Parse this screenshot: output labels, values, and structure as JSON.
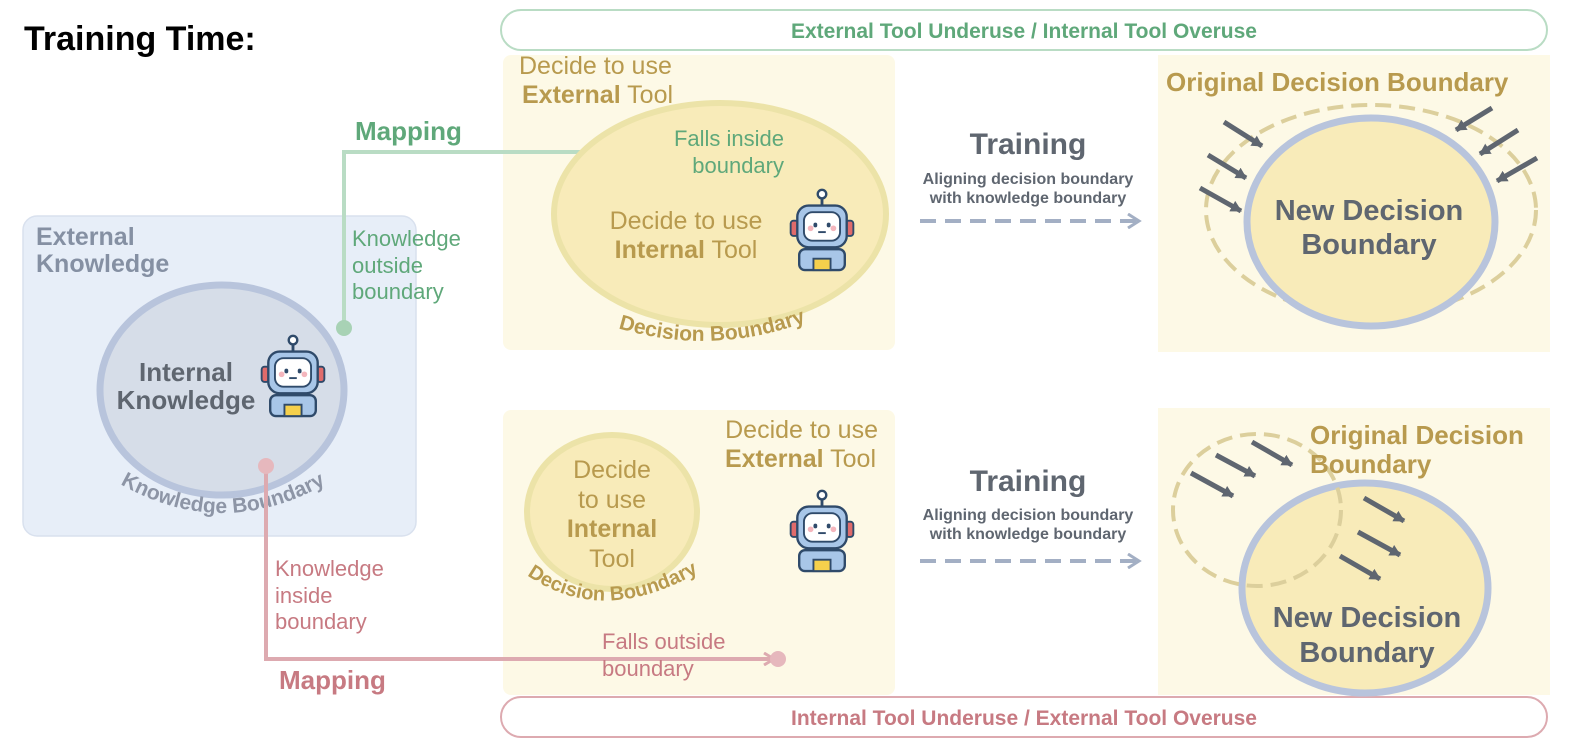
{
  "title": "Training Time:",
  "banners": {
    "top": "External Tool Underuse / Internal Tool Overuse",
    "bottom": "Internal Tool Underuse / External Tool Overuse"
  },
  "left_panel": {
    "title_line1": "External",
    "title_line2": "Knowledge",
    "inner_line1": "Internal",
    "inner_line2": "Knowledge",
    "boundary_label": "Knowledge Boundary"
  },
  "mapping_top": {
    "label": "Mapping",
    "desc_line1": "Knowledge",
    "desc_line2": "outside",
    "desc_line3": "boundary"
  },
  "mapping_bottom": {
    "label": "Mapping",
    "desc_line1": "Knowledge",
    "desc_line2": "inside",
    "desc_line3": "boundary"
  },
  "top_middle": {
    "outer_line1": "Decide to use",
    "outer_bold": "External",
    "outer_rest": " Tool",
    "falls_line1": "Falls inside",
    "falls_line2": "boundary",
    "inner_line1": "Decide to use",
    "inner_bold": "Internal",
    "inner_rest": " Tool",
    "boundary_label": "Decision Boundary"
  },
  "bottom_middle": {
    "outer_line1": "Decide to use",
    "outer_bold": "External",
    "outer_rest": " Tool",
    "inner_line1": "Decide",
    "inner_line2": "to use",
    "inner_bold": "Internal",
    "inner_line4": "Tool",
    "boundary_label": "Decision Boundary",
    "falls_line1": "Falls outside",
    "falls_line2": "boundary"
  },
  "training_top": {
    "label": "Training",
    "desc_line1": "Aligning decision boundary",
    "desc_line2": "with knowledge boundary"
  },
  "training_bottom": {
    "label": "Training",
    "desc_line1": "Aligning decision boundary",
    "desc_line2": "with knowledge boundary"
  },
  "top_right": {
    "original_label": "Original Decision Boundary",
    "new_line1": "New Decision",
    "new_line2": "Boundary"
  },
  "bottom_right": {
    "original_line1": "Original Decision",
    "original_line2": "Boundary",
    "new_line1": "New Decision",
    "new_line2": "Boundary"
  },
  "colors": {
    "green": "#5fa87a",
    "green_light": "#b9dcc4",
    "pink": "#c77a82",
    "pink_light": "#ddaab0",
    "gold": "#b89a4e",
    "gold_light": "#e8dda6",
    "panel_yellow": "#fdf9e6",
    "panel_blue": "#e7eef8",
    "slate": "#5f6670",
    "slate_blue": "#b8c4dc"
  }
}
